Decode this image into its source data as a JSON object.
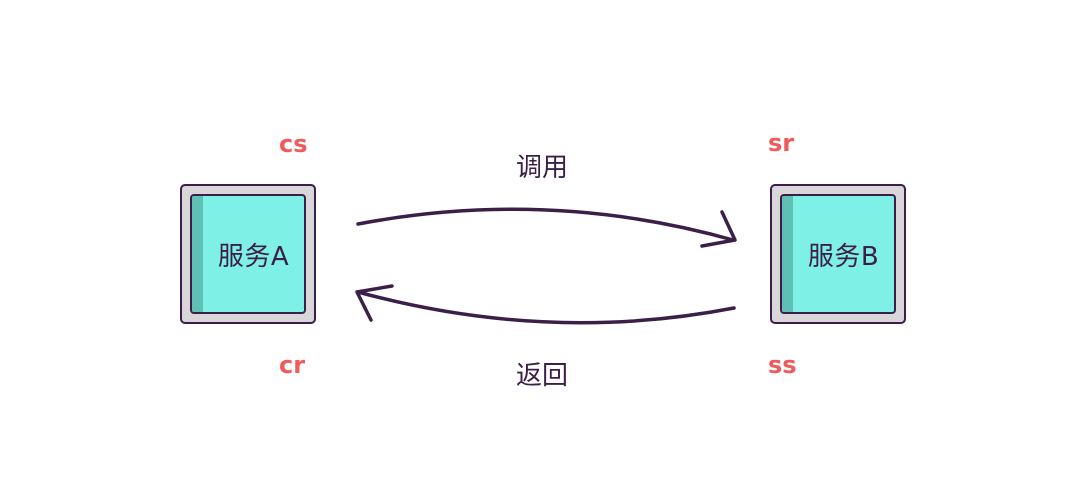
{
  "diagram": {
    "service_a": {
      "label": "服务A"
    },
    "service_b": {
      "label": "服务B"
    },
    "markers": {
      "cs": "cs",
      "cr": "cr",
      "sr": "sr",
      "ss": "ss"
    },
    "edges": {
      "call": "调用",
      "return": "返回"
    },
    "colors": {
      "box_fill": "#7ff0e6",
      "box_shade": "#5fc0b5",
      "box_frame": "#d9d6da",
      "outline": "#3c1f49",
      "marker": "#f05a5a"
    }
  }
}
